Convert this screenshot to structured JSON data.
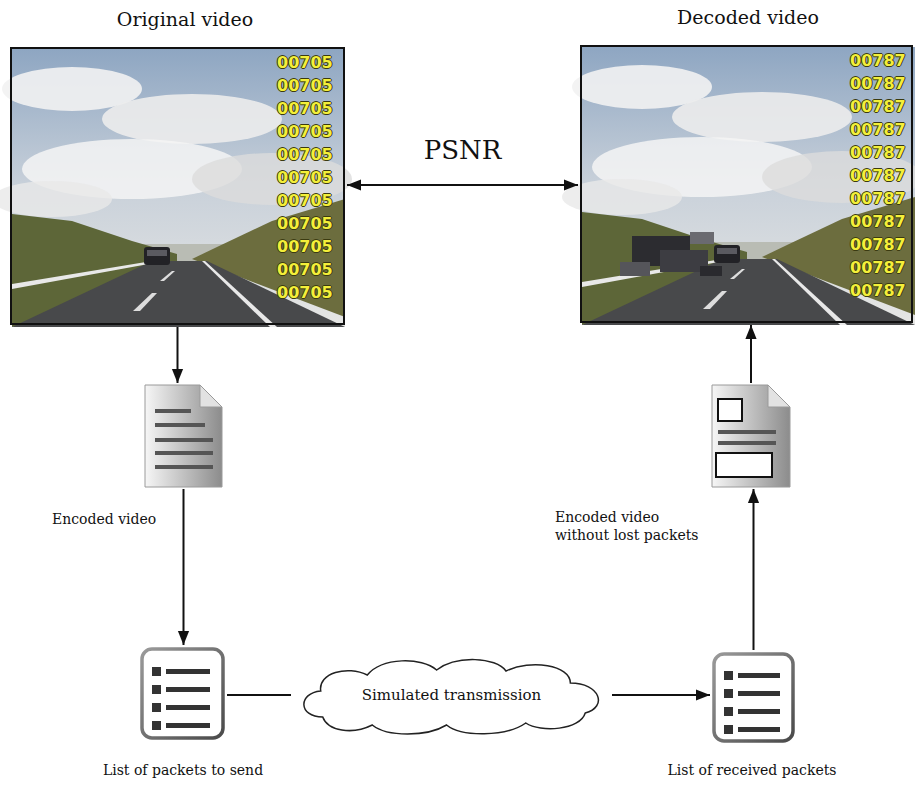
{
  "diagram": {
    "nodes": [
      {
        "text": [
          "Original video"
        ]
      },
      {
        "text": [
          "Decoded video"
        ]
      },
      {
        "text": [
          "Encoded video"
        ]
      },
      {
        "text": [
          "Encoded video without lost packets"
        ]
      },
      {
        "text": [
          "List of packets to send"
        ]
      },
      {
        "text": [
          "Simulated transmission"
        ]
      },
      {
        "text": [
          "List of received packets"
        ]
      }
    ],
    "edges": [
      {
        "from": 0,
        "to": 1,
        "label": "PSNR",
        "arrow": "both"
      },
      {
        "from": 0,
        "to": 2,
        "arrow": "to"
      },
      {
        "from": 2,
        "to": 4,
        "arrow": "to"
      },
      {
        "from": 4,
        "to": 5,
        "arrow": "none"
      },
      {
        "from": 5,
        "to": 6,
        "arrow": "to"
      },
      {
        "from": 6,
        "to": 3,
        "arrow": "to"
      },
      {
        "from": 3,
        "to": 1,
        "arrow": "to"
      }
    ],
    "labels": [
      "00705",
      "00705",
      "00705",
      "00705",
      "00705",
      "00705",
      "00705",
      "00705",
      "00705",
      "00705",
      "00705",
      "00787",
      "00787",
      "00787",
      "00787",
      "00787",
      "00787",
      "00787",
      "00787",
      "00787",
      "00787",
      "00787"
    ]
  }
}
